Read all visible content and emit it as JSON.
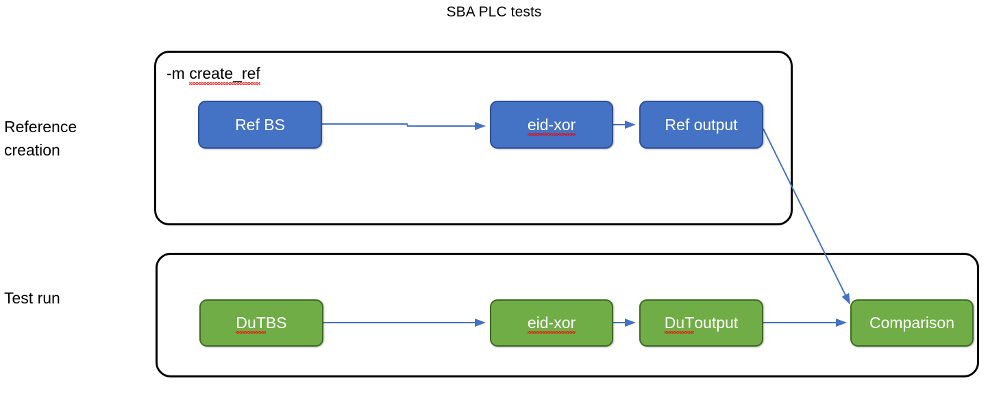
{
  "diagram": {
    "title": "SBA PLC tests",
    "accent_blue": "#4472C4",
    "accent_green": "#70AD47",
    "connector_color": "#4472C4",
    "border_color": "#000000",
    "spellcheck_color": "#FF0000"
  },
  "rows": {
    "reference": {
      "label": "Reference\ncreation",
      "group_caption_prefix": "-m ",
      "group_caption_flagged": "create_ref"
    },
    "test": {
      "label": "Test run"
    }
  },
  "nodes": {
    "ref_bs": {
      "label": "Ref BS"
    },
    "eid_xor_ref": {
      "label": "eid-xor"
    },
    "ref_output": {
      "label": "Ref output"
    },
    "dut_bs_flagged": {
      "label": "DuT"
    },
    "dut_bs_rest": {
      "label": " BS"
    },
    "eid_xor_dut": {
      "label": "eid-xor"
    },
    "dut_output_flagged": {
      "label": "DuT"
    },
    "dut_output_rest": {
      "label": " output"
    },
    "comparison": {
      "label": "Comparison"
    }
  },
  "connectors": [
    {
      "name": "ref-bs-to-eid-xor",
      "from": "Ref BS",
      "to": "eid-xor"
    },
    {
      "name": "eid-xor-to-ref-output",
      "from": "eid-xor",
      "to": "Ref output"
    },
    {
      "name": "ref-output-to-comparison",
      "from": "Ref output",
      "to": "Comparison"
    },
    {
      "name": "dut-bs-to-eid-xor",
      "from": "DuT BS",
      "to": "eid-xor"
    },
    {
      "name": "eid-xor-to-dut-output",
      "from": "eid-xor",
      "to": "DuT output"
    },
    {
      "name": "dut-output-to-comparison",
      "from": "DuT output",
      "to": "Comparison"
    }
  ]
}
